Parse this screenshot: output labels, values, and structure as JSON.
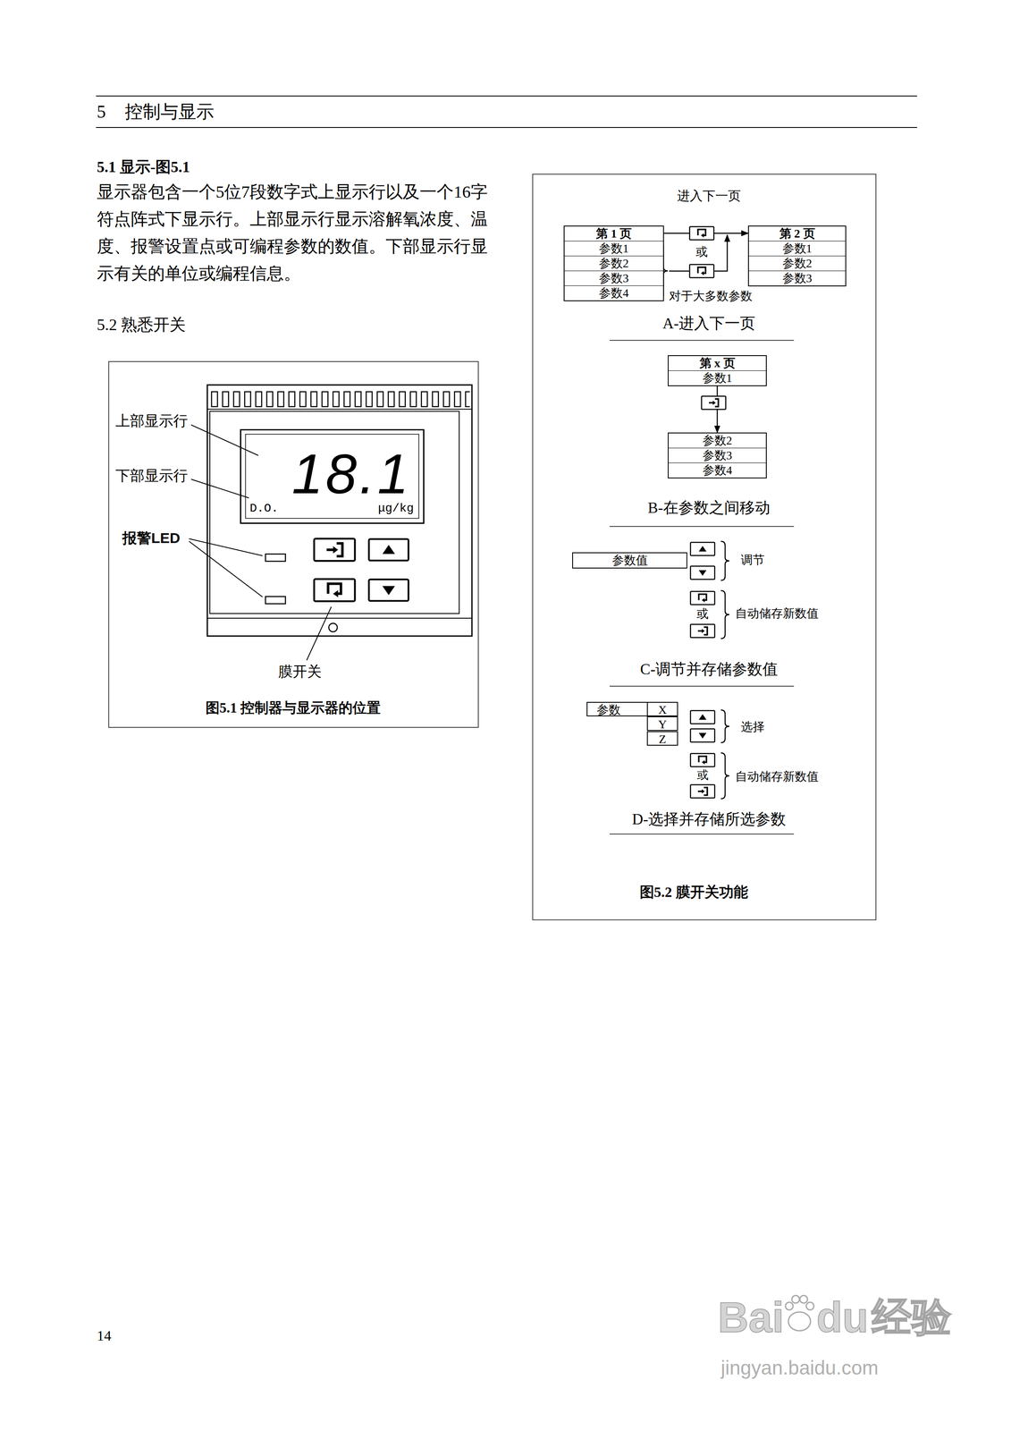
{
  "diagram": {
    "title": "5 控制与显示",
    "caption": "图5.2 膜开关功能",
    "nodes": [
      {
        "text": [
          "18.1",
          "D.O.",
          "μg/kg"
        ]
      },
      {
        "text": [
          "第 1 页",
          "参数1",
          "参数2",
          "参数3",
          "参数4"
        ]
      },
      {
        "text": [
          "第 2 页",
          "参数1",
          "参数2",
          "参数3"
        ]
      },
      {
        "text": [
          "第 x 页",
          "参数1"
        ]
      },
      {
        "text": [
          "参数2",
          "参数3",
          "参数4"
        ]
      },
      {
        "text": [
          "参数值"
        ]
      },
      {
        "text": [
          "参数",
          "X",
          "Y",
          "Z"
        ]
      }
    ],
    "edges": [
      {
        "from": 1,
        "to": 2,
        "arrow": "to"
      },
      {
        "from": 3,
        "to": 4,
        "arrow": "to"
      }
    ],
    "labels": [
      "5.1 显示-图5.1",
      "显示器包含一个5位7段数字式上显示行以及一个16字符点阵式下显示行。上部显示行显示溶解氧浓度、温度、报警设置点或可编程参数的数值。下部显示行显示有关的单位或编程信息。",
      "5.2 熟悉开关",
      "上部显示行",
      "下部显示行",
      "报警LED",
      "膜开关",
      "图5.1 控制器与显示器的位置",
      "进入下一页",
      "或",
      "对于大多数参数",
      "A-进入下一页",
      "B-在参数之间移动",
      "调节",
      "自动储存新数值",
      "或",
      "C-调节并存储参数值",
      "选择",
      "或",
      "自动储存新数值",
      "D-选择并存储所选参数",
      "14",
      "Bai",
      "du",
      "经验",
      "jingyan.baidu.com"
    ]
  }
}
